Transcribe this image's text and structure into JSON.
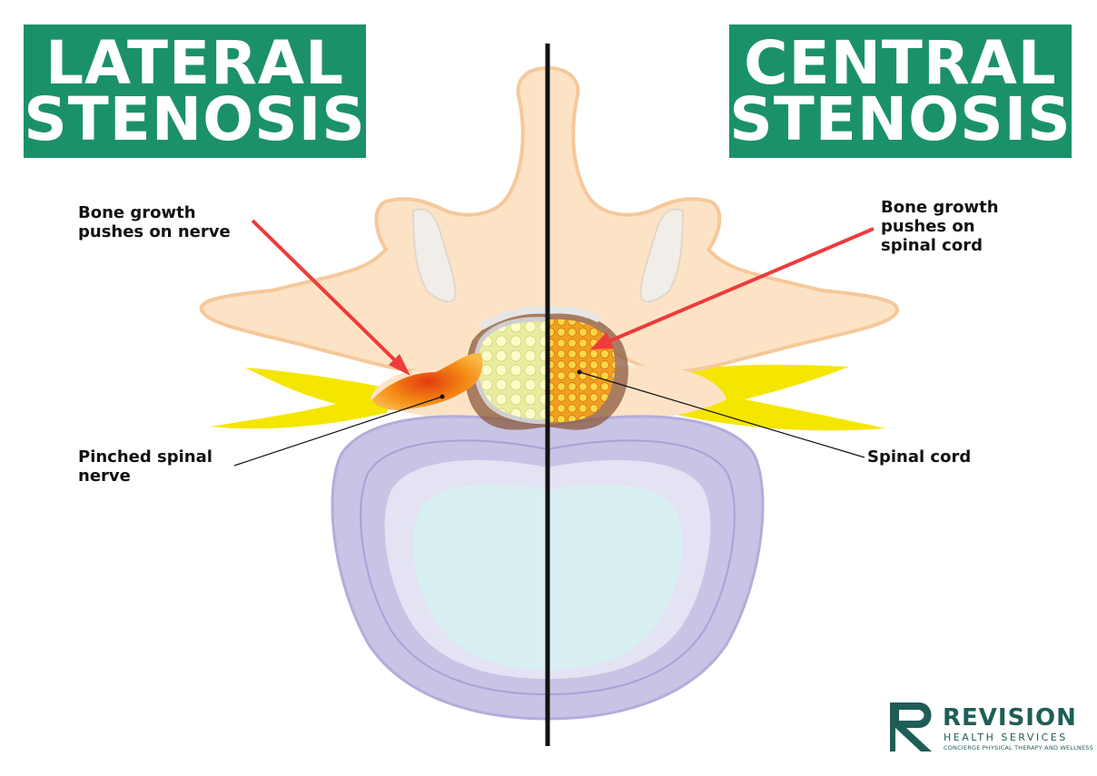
{
  "titles": {
    "left": [
      "LATERAL",
      "STENOSIS"
    ],
    "right": [
      "CENTRAL",
      "STENOSIS"
    ]
  },
  "labels": {
    "left_top": [
      "Bone growth",
      "pushes on nerve"
    ],
    "left_bottom": [
      "Pinched spinal",
      "nerve"
    ],
    "right_top": [
      "Bone growth",
      "pushes on",
      "spinal cord"
    ],
    "right_bottom": [
      "Spinal cord"
    ]
  },
  "logo": {
    "brand": "REVISION",
    "subtitle": "HEALTH SERVICES",
    "tagline": "CONCIERGE PHYSICAL THERAPY AND WELLNESS"
  },
  "colors": {
    "title_bg": "#1b9168",
    "bone": "#fde3c6",
    "bone_outline": "#f6c89a",
    "nerve": "#f5e600",
    "arrow": "#ee3b3b",
    "disc_outer": "#c8c4e6",
    "disc_inner": "#d9f0f2",
    "bone_growth": "#f08a16",
    "brand": "#1f5e57"
  }
}
